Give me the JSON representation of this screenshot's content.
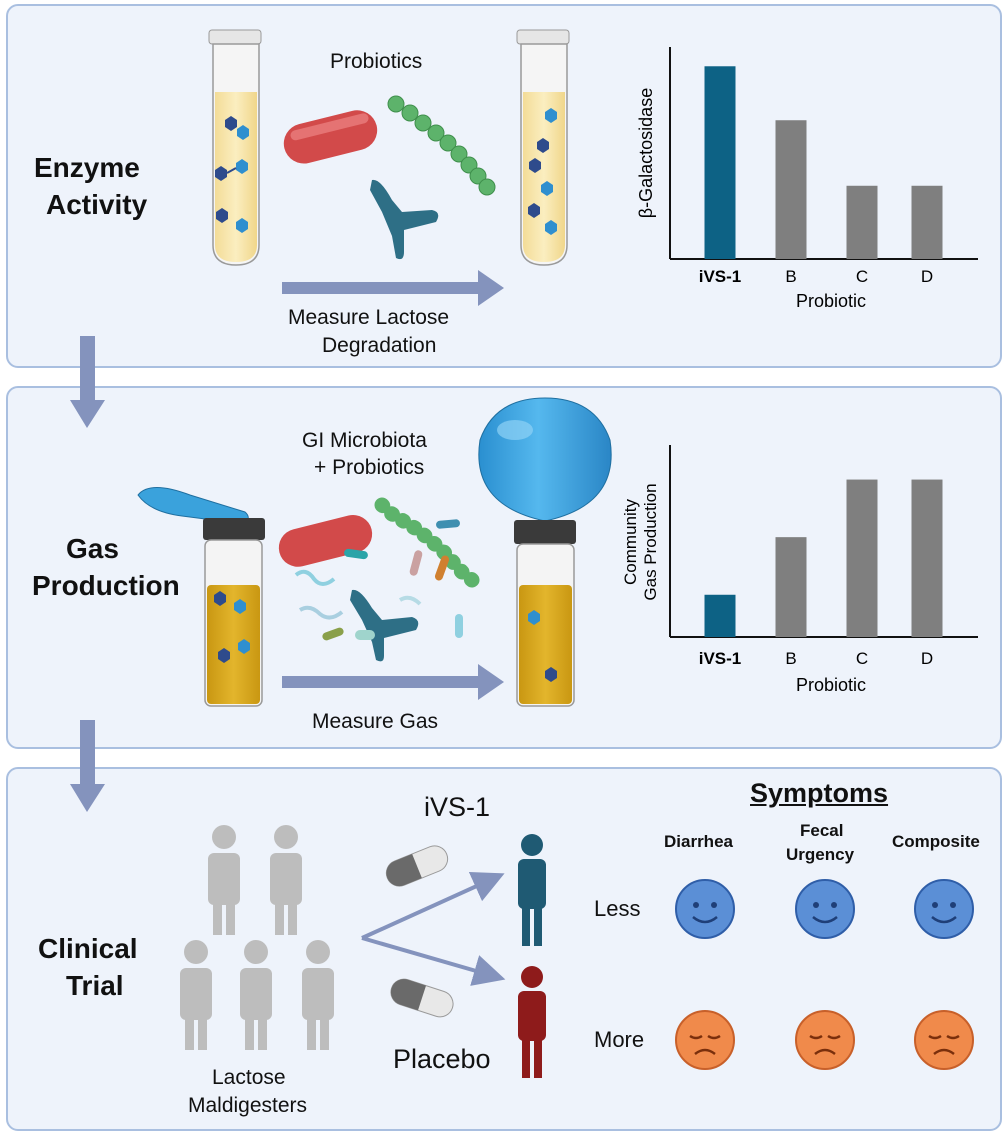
{
  "panels": {
    "enzyme": {
      "title_line1": "Enzyme",
      "title_line2": "Activity",
      "probiotics_label": "Probiotics",
      "measure_line1": "Measure Lactose",
      "measure_line2": "Degradation"
    },
    "gas": {
      "title_line1": "Gas",
      "title_line2": "Production",
      "mix_line1": "GI Microbiota",
      "mix_line2": "+ Probiotics",
      "measure_label": "Measure Gas"
    },
    "clinical": {
      "title_line1": "Clinical",
      "title_line2": "Trial",
      "group_line1": "Lactose",
      "group_line2": "Maldigesters",
      "treatment_label": "iVS-1",
      "placebo_label": "Placebo",
      "symptoms_title": "Symptoms",
      "col_diarrhea": "Diarrhea",
      "col_fecal_line1": "Fecal",
      "col_fecal_line2": "Urgency",
      "col_composite": "Composite",
      "row_less": "Less",
      "row_more": "More"
    }
  },
  "colors": {
    "highlight_bar": "#0d6285",
    "other_bar": "#7f7f7f",
    "panel_fill": "#eef3fb",
    "panel_border": "#a9bfe0",
    "arrow": "#8493bd",
    "happy_face": "#5b8fd6",
    "sad_face": "#f08a4b",
    "ivs1_person": "#1f5a73",
    "placebo_person": "#8e1b1b",
    "group_person": "#bdbdbd"
  },
  "chart_data": [
    {
      "type": "bar",
      "title": "",
      "xlabel": "Probiotic",
      "ylabel": "β-Galactosidase",
      "categories": [
        "iVS-1",
        "B",
        "C",
        "D"
      ],
      "values": [
        10,
        7.2,
        3.8,
        3.8
      ],
      "ylim": [
        0,
        11
      ],
      "highlight_category": "iVS-1"
    },
    {
      "type": "bar",
      "title": "",
      "xlabel": "Probiotic",
      "ylabel_line1": "Community",
      "ylabel_line2": "Gas Production",
      "categories": [
        "iVS-1",
        "B",
        "C",
        "D"
      ],
      "values": [
        2.2,
        5.2,
        8.2,
        8.2
      ],
      "ylim": [
        0,
        10
      ],
      "highlight_category": "iVS-1"
    }
  ]
}
